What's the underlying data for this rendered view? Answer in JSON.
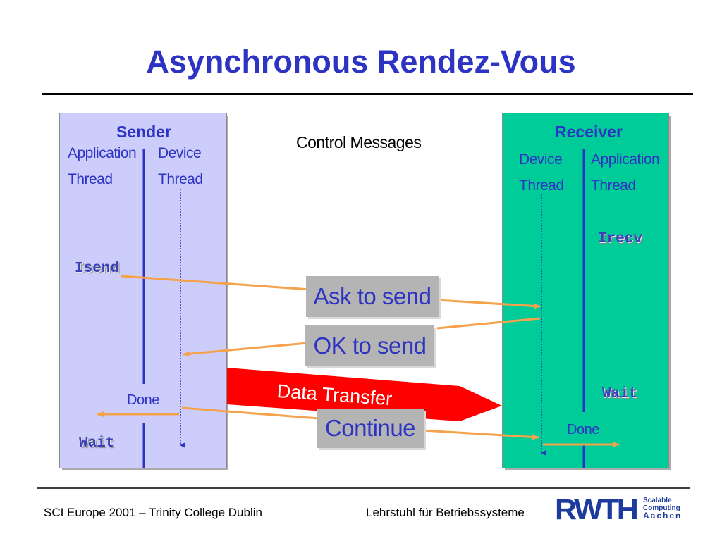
{
  "title": "Asynchronous Rendez-Vous",
  "sender": {
    "header": "Sender",
    "app_thread_line1": "Application",
    "app_thread_line2": "Thread",
    "device_thread_line1": "Device",
    "device_thread_line2": "Thread",
    "isend": "Isend",
    "done": "Done",
    "wait": "Wait"
  },
  "receiver": {
    "header": "Receiver",
    "device_thread_line1": "Device",
    "device_thread_line2": "Thread",
    "app_thread_line1": "Application",
    "app_thread_line2": "Thread",
    "irecv": "Irecv",
    "wait": "Wait",
    "done": "Done"
  },
  "control_messages_label": "Control Messages",
  "messages": {
    "ask_to_send": "Ask to send",
    "ok_to_send": "OK to send",
    "data_transfer": "Data Transfer",
    "continue": "Continue"
  },
  "footer": {
    "left": "SCI Europe 2001 – Trinity College Dublin",
    "center": "Lehrstuhl für Betriebssysteme",
    "logo_text": "RWTH",
    "logo_line1": "Scalable",
    "logo_line2": "Computing",
    "logo_line3": "Aachen"
  },
  "colors": {
    "title": "#2d33c2",
    "sender_panel": "#cdcdfb",
    "receiver_panel": "#00cc99",
    "arrow": "#f4a24c",
    "data_transfer": "#ff0000",
    "message_box": "#b4b4b4"
  }
}
